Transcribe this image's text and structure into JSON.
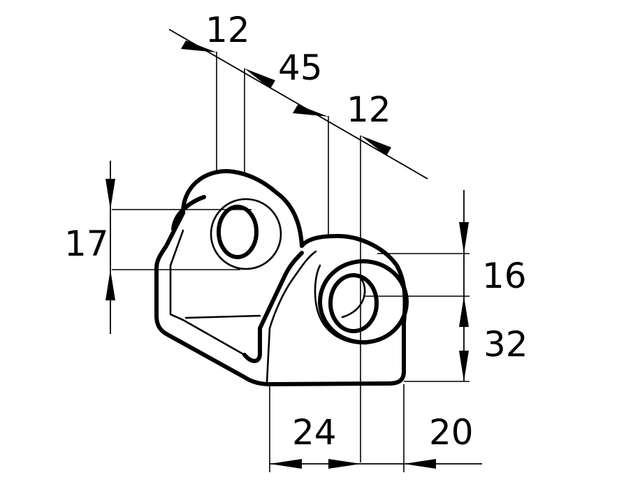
{
  "figure": {
    "type": "dimensioned-bracket-drawing",
    "line_color": "#000000",
    "background_color": "#ffffff"
  },
  "dimensions": {
    "top_lug_width_left": "12",
    "lug_spacing": "45",
    "top_lug_width_right": "12",
    "hole_diameter_left": "17",
    "hole_diameter_right": "16",
    "hole_center_height": "32",
    "bottom_width_left": "24",
    "bottom_width_right": "20"
  }
}
